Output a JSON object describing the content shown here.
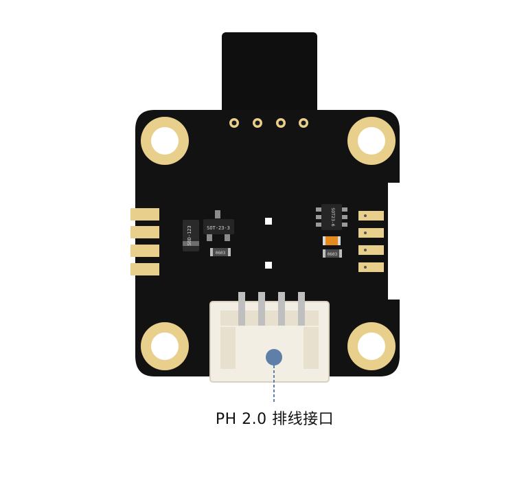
{
  "connector_label": "PH 2.0 排线接口",
  "silkscreen": {
    "diode_label": "SOD-123",
    "transistor_label": "SOT-23-3",
    "transistor_resistor_label": "0603",
    "ic_label": "SOT23-6",
    "led_resistor_label": "0603"
  },
  "colors": {
    "board": "#121212",
    "pad_gold": "#e9cf8c",
    "connector_white": "#f3eee3",
    "callout_dot": "#5f7fa8"
  }
}
